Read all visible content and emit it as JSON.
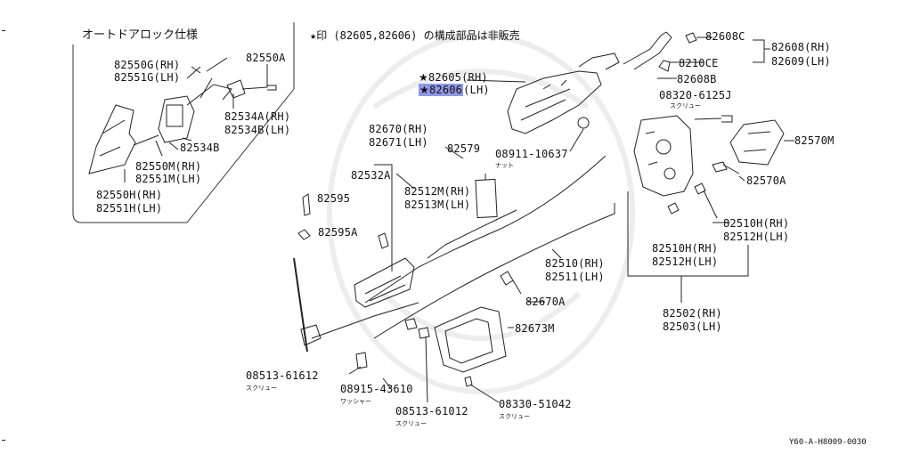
{
  "note": "★印 (82605,82606) の構成部品は非販売",
  "inset": {
    "title": "オートドアロック仕様",
    "labels": {
      "p82550G": "82550G(RH)",
      "p82551G": "82551G(LH)",
      "p82550A": "82550A",
      "p82534A": "82534A(RH)",
      "p82534B_lh": "82534B(LH)",
      "p82534B": "82534B",
      "p82550M": "82550M(RH)",
      "p82551M": "82551M(LH)",
      "p82550H": "82550H(RH)",
      "p82551H": "82551H(LH)"
    }
  },
  "labels": {
    "p82605": "82605(RH)",
    "p82606_num": "82606",
    "p82606_side": "(LH)",
    "star": "★",
    "p82608C": "82608C",
    "p82608": "82608(RH)",
    "p82609": "82609(LH)",
    "p8210CE": "8210CE",
    "p82608B": "82608B",
    "p08320": "08320-6125J",
    "screw_jp": "スクリュー",
    "nut_jp": "ナット",
    "washer_jp": "ワッシャー",
    "p82570M": "82570M",
    "p82570A": "82570A",
    "p82670": "82670(RH)",
    "p82671": "82671(LH)",
    "p82579": "82579",
    "p08911": "08911-10637",
    "p82532A": "82532A",
    "p82512M": "82512M(RH)",
    "p82513M": "82513M(LH)",
    "p82595": "82595",
    "p82595A": "82595A",
    "p82510H_a": "82510H(RH)",
    "p82512H_a": "82512H(LH)",
    "p82510H_b": "82510H(RH)",
    "p82512H_b": "82512H(LH)",
    "p82510": "82510(RH)",
    "p82511": "82511(LH)",
    "p82670A": "82670A",
    "p82502": "82502(RH)",
    "p82503": "82503(LH)",
    "p82673M": "82673M",
    "p08513a": "08513-61612",
    "p08915": "08915-43610",
    "p08513b": "08513-61012",
    "p08330": "08330-51042"
  },
  "figure_code": "Y60-A-H8009-0030"
}
